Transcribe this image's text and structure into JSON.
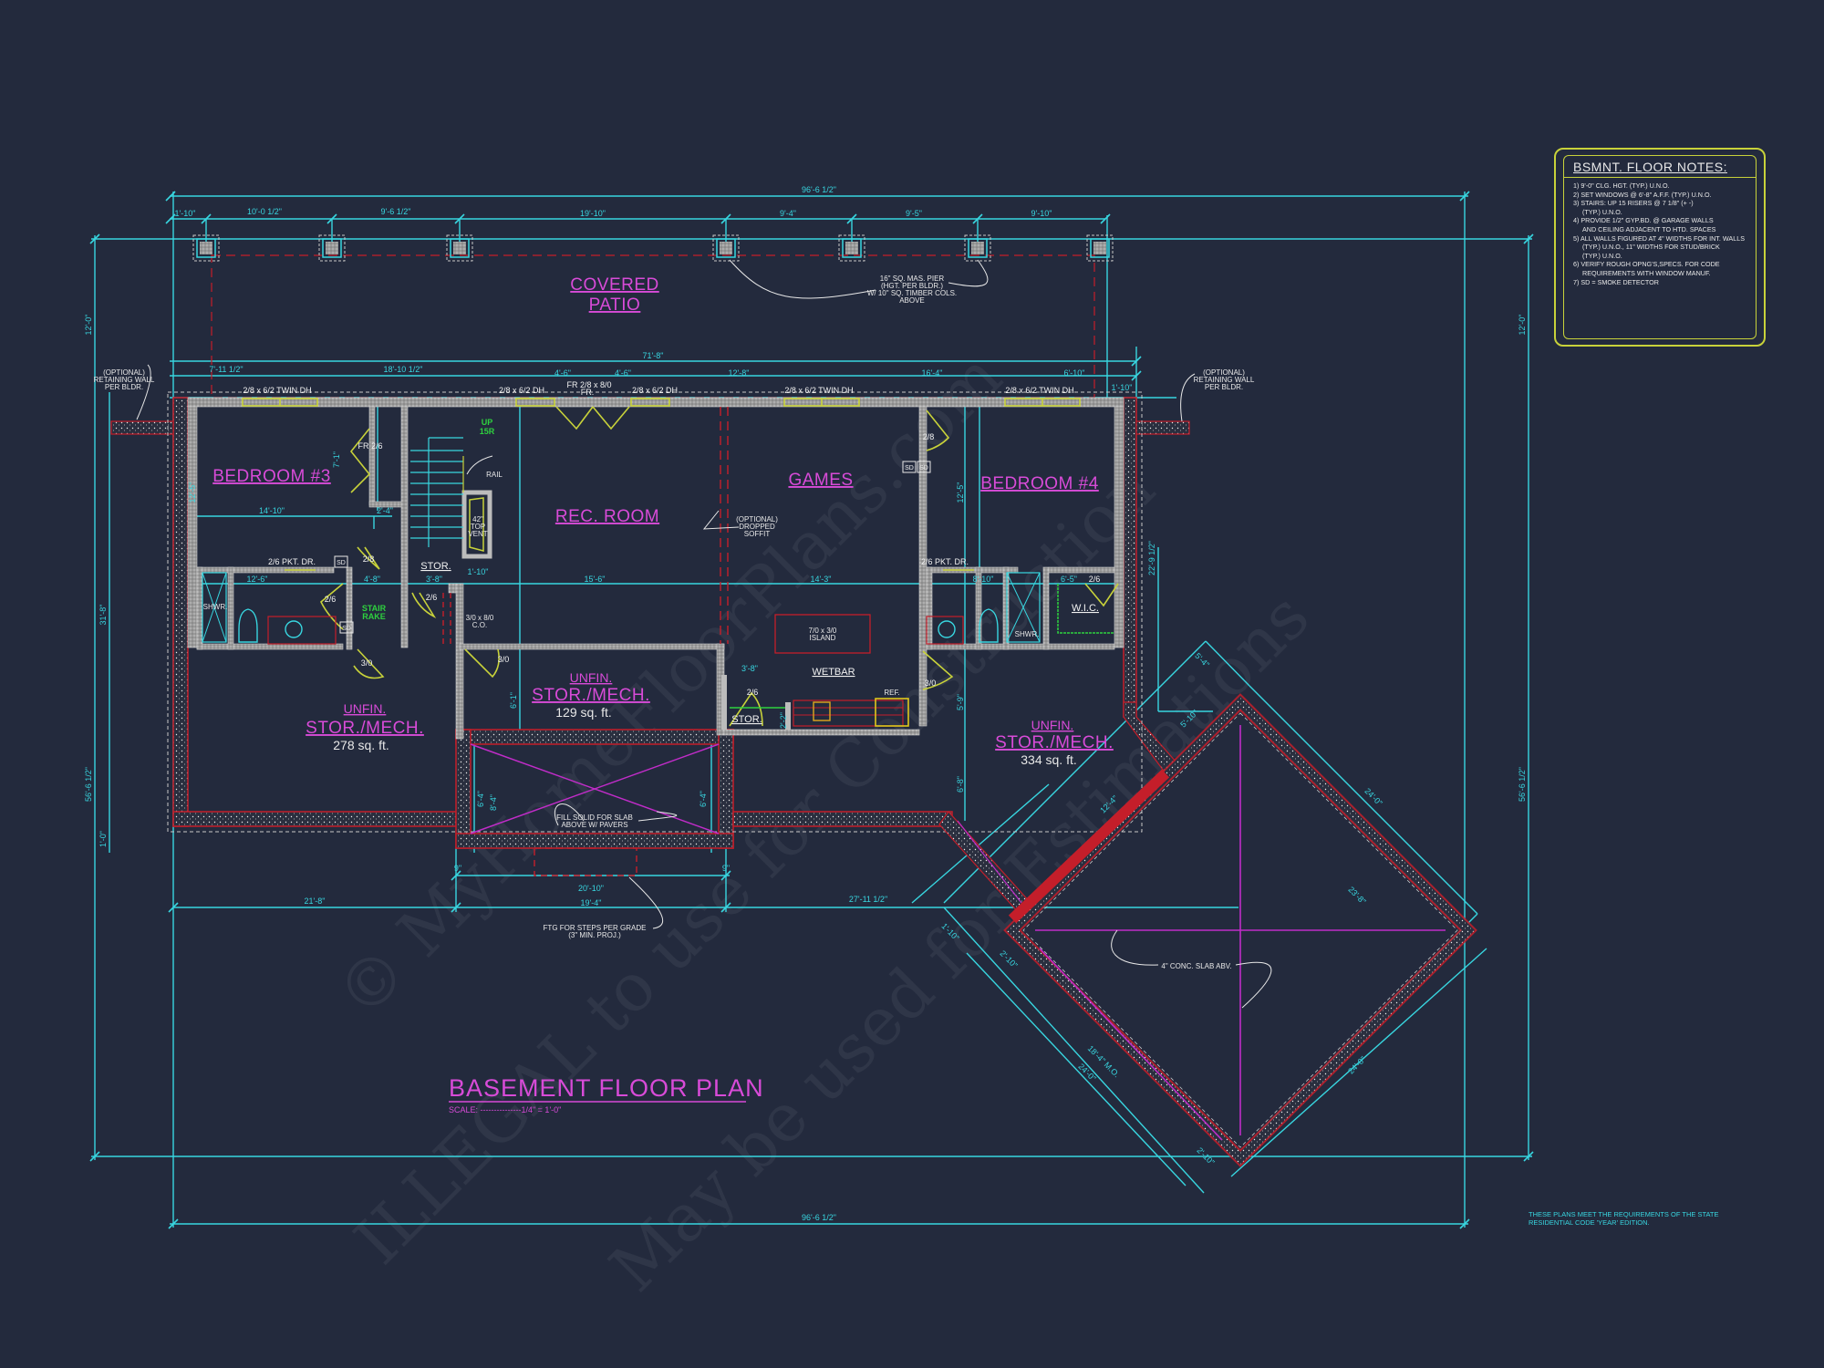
{
  "sheet": {
    "title": "BASEMENT FLOOR PLAN",
    "scale_label": "SCALE: ---------------1/4\" = 1'-0\"",
    "code_note": "THESE PLANS MEET THE REQUIREMENTS OF THE STATE RESIDENTIAL CODE 'YEAR' EDITION.",
    "watermark": [
      "© MyHomeFloorPlans.com",
      "ILLEGAL to use for Construction",
      "May be used for Estimations"
    ],
    "colors": {
      "background": "#232a3d",
      "dimension": "#38d6e0",
      "room_label": "#d84bd8",
      "window_door": "#c8d23a",
      "foundation": "#c41e2a",
      "annotation": "#e8e8e8",
      "stair_note": "#2ed13e"
    }
  },
  "notes": {
    "title": "BSMNT. FLOOR NOTES:",
    "items": [
      "1) 9'-0\" CLG. HGT. (TYP.) U.N.O.",
      "2) SET WINDOWS @ 6'-8\" A.F.F. (TYP.) U.N.O.",
      "3) STAIRS: UP 15 RISERS @ 7 1/8\" (+ -)",
      "   (TYP.) U.N.O.",
      "4) PROVIDE 1/2\" GYP.BD. @ GARAGE WALLS",
      "   AND CEILING ADJACENT TO HTD. SPACES",
      "5) ALL WALLS FIGURED AT 4\" WIDTHS FOR INT. WALLS",
      "   (TYP.) U.N.O., 11\" WIDTHS FOR STUD/BRICK",
      "   (TYP.) U.N.O.",
      "6) VERIFY ROUGH OPNG'S,SPECS. FOR CODE",
      "   REQUIREMENTS WITH WINDOW MANUF.",
      "7) SD = SMOKE DETECTOR"
    ]
  },
  "rooms": {
    "covered_patio": [
      "COVERED",
      "PATIO"
    ],
    "bedroom3": "BEDROOM #3",
    "rec_room": "REC. ROOM",
    "games": "GAMES",
    "bedroom4": "BEDROOM #4",
    "stor_mech_left": {
      "line1": "UNFIN.",
      "line2": "STOR./MECH.",
      "area": "278 sq. ft."
    },
    "stor_mech_mid": {
      "line1": "UNFIN.",
      "line2": "STOR./MECH.",
      "area": "129 sq. ft."
    },
    "stor_mech_right": {
      "line1": "UNFIN.",
      "line2": "STOR./MECH.",
      "area": "334 sq. ft."
    },
    "stor1": "STOR.",
    "stor2": "STOR.",
    "wic": "W.I.C.",
    "wetbar": "WETBAR"
  },
  "annotations": {
    "pier_note": [
      "16\" SQ. MAS. PIER",
      "(HGT. PER BLDR.)",
      "W/ 10\" SQ. TIMBER COLS.",
      "ABOVE"
    ],
    "retaining_left": [
      "(OPTIONAL)",
      "RETAINING WALL",
      "PER BLDR."
    ],
    "retaining_right": [
      "(OPTIONAL)",
      "RETAINING WALL",
      "PER BLDR."
    ],
    "soffit": [
      "(OPTIONAL)",
      "DROPPED",
      "SOFFIT"
    ],
    "fill_solid": [
      "FILL SOLID FOR SLAB",
      "ABOVE W/ PAVERS"
    ],
    "ftg_steps": [
      "FTG FOR STEPS PER GRADE",
      "(3\" MIN. PROJ.)"
    ],
    "conc_slab": "4\" CONC. SLAB ABV.",
    "rail": "RAIL",
    "stair_up": [
      "UP",
      "15R"
    ],
    "stair_rake": [
      "STAIR",
      "RAKE"
    ],
    "top_vent": [
      "42\"",
      "TOP",
      "VENT"
    ],
    "island": [
      "7/0 x 3/0",
      "ISLAND"
    ],
    "ref": "REF.",
    "shwr_left": "SHWR.",
    "shwr_right": "SHWR.",
    "sd": "SD",
    "co": [
      "3/0 x 8/0",
      "C.O."
    ]
  },
  "windows": {
    "w1": "2/8 x 6/2 TWIN DH",
    "w2": "2/8 x 6/2 DH",
    "fr_door": [
      "FR 2/8 x 8/0",
      "FR."
    ],
    "w3": "2/8 x 6/2 DH",
    "w4": "2/8 x 6/2 TWIN DH",
    "w5": "2/8 x 6/2 TWIN DH"
  },
  "doors": {
    "fr26": "FR 2/6",
    "pkt_left": "2/6 PKT. DR.",
    "pkt_right": "2/6 PKT. DR.",
    "d28a": "2/8",
    "d26a": "2/6",
    "d26b": "2/6",
    "d30a": "3/0",
    "d30b": "3/0",
    "d28b": "2/8",
    "d30c": "3/0",
    "d26c": "2/6",
    "d26d": "2/6"
  },
  "dimensions": {
    "overall_top": "96'-6 1/2\"",
    "overall_bottom": "96'-6 1/2\"",
    "overall_left": "56'-6 1/2\"",
    "overall_right": "56'-6 1/2\"",
    "top_segments": [
      "1'-10\"",
      "10'-0 1/2\"",
      "9'-6 1/2\"",
      "19'-10\"",
      "9'-4\"",
      "9'-5\"",
      "9'-10\""
    ],
    "mid_overall": "71'-8\"",
    "mid_segments": [
      "7'-11 1/2\"",
      "18'-10 1/2\"",
      "4'-6\"",
      "4'-6\"",
      "12'-8\"",
      "16'-4\"",
      "6'-10\"",
      "1'-10\""
    ],
    "left_patio": "12'-0\"",
    "right_patio": "12'-0\"",
    "left_mid": "31'-8\"",
    "left_bottom": "1'-0\"",
    "right_mid": "22'-9 1/2\"",
    "bottom_segments": [
      "21'-8\"",
      "19'-4\"",
      "27'-11 1/2\""
    ],
    "steps_width": "20'-10\"",
    "steps_side": "9\"",
    "bed3_width": "14'-10\"",
    "bed3_height": "12'-5\"",
    "closet_w": "2'-4\"",
    "closet_h": "7'-1\"",
    "bath_w": "12'-6\"",
    "hall_w": "4'-8\"",
    "stor_w": "3'-8\"",
    "vent_w": "1'-10\"",
    "rec_w": "15'-6\"",
    "games_w": "14'-3\"",
    "bath4_w": "8'-10\"",
    "wic_w": "6'-5\"",
    "bed4_h": "12'-5\"",
    "stor_wetbar": "3'-8\"",
    "counter": "2'-2\"",
    "mech_mid_h": "6'-1\"",
    "right_h1": "5'-9\"",
    "right_h2": "6'-8\"",
    "well_h1": "6'-4\"",
    "well_h2": "8'-4\"",
    "well_h3": "6'-4\"",
    "diag_a": "5'-4\"",
    "diag_b": "5'-10\"",
    "diag_c": "12'-4\"",
    "diag_d": "24'-0\"",
    "diag_e": "23'-8\"",
    "diag_f": "24'-0\"",
    "diag_g": "18'-4\" M.O.",
    "diag_h": "24'-0\"",
    "diag_i": "2'-10\"",
    "diag_j": "2'-10\"",
    "diag_k": "1'-10\"",
    "six": "6\""
  }
}
